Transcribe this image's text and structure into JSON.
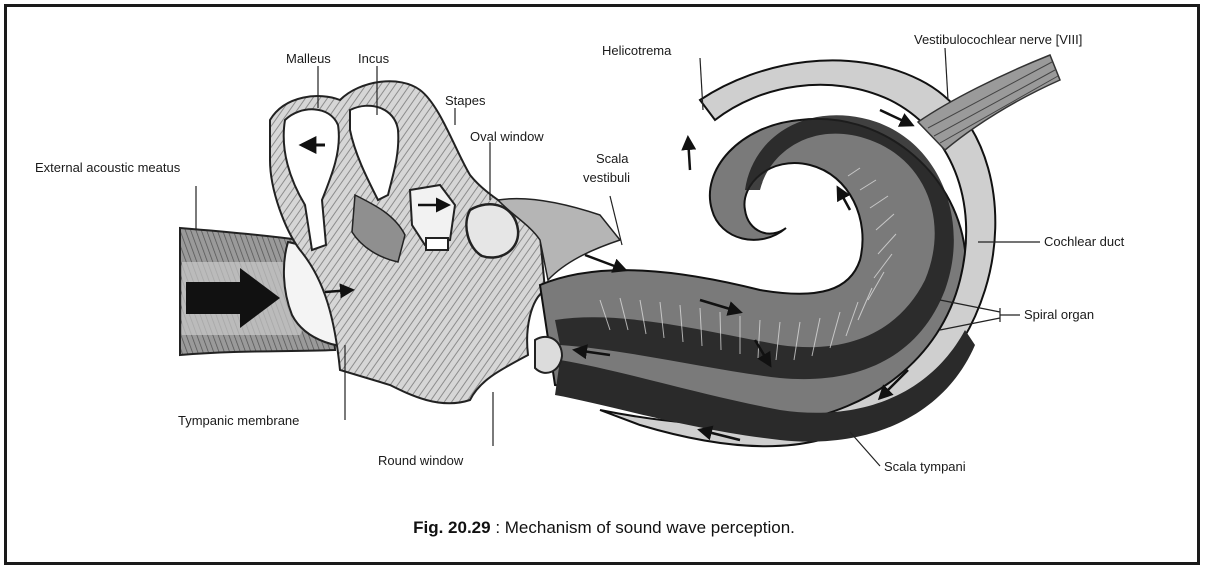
{
  "labels": {
    "malleus": "Malleus",
    "incus": "Incus",
    "stapes": "Stapes",
    "oval_window": "Oval window",
    "external_acoustic_meatus": "External acoustic meatus",
    "scala_vestibuli_1": "Scala",
    "scala_vestibuli_2": "vestibuli",
    "helicotrema": "Helicotrema",
    "vestibulocochlear_nerve": "Vestibulocochlear nerve [VIII]",
    "cochlear_duct": "Cochlear duct",
    "spiral_organ": "Spiral organ",
    "tympanic_membrane": "Tympanic membrane",
    "round_window": "Round window",
    "scala_tympani": "Scala tympani"
  },
  "caption": {
    "number": "Fig. 20.29",
    "separator": " : ",
    "text": "Mechanism of sound wave perception."
  },
  "colors": {
    "ink": "#1a1a1a",
    "tissue_dark": "#3a3a3a",
    "tissue_mid": "#8a8a8a",
    "tissue_light": "#cfcfcf",
    "paper": "#ffffff"
  }
}
